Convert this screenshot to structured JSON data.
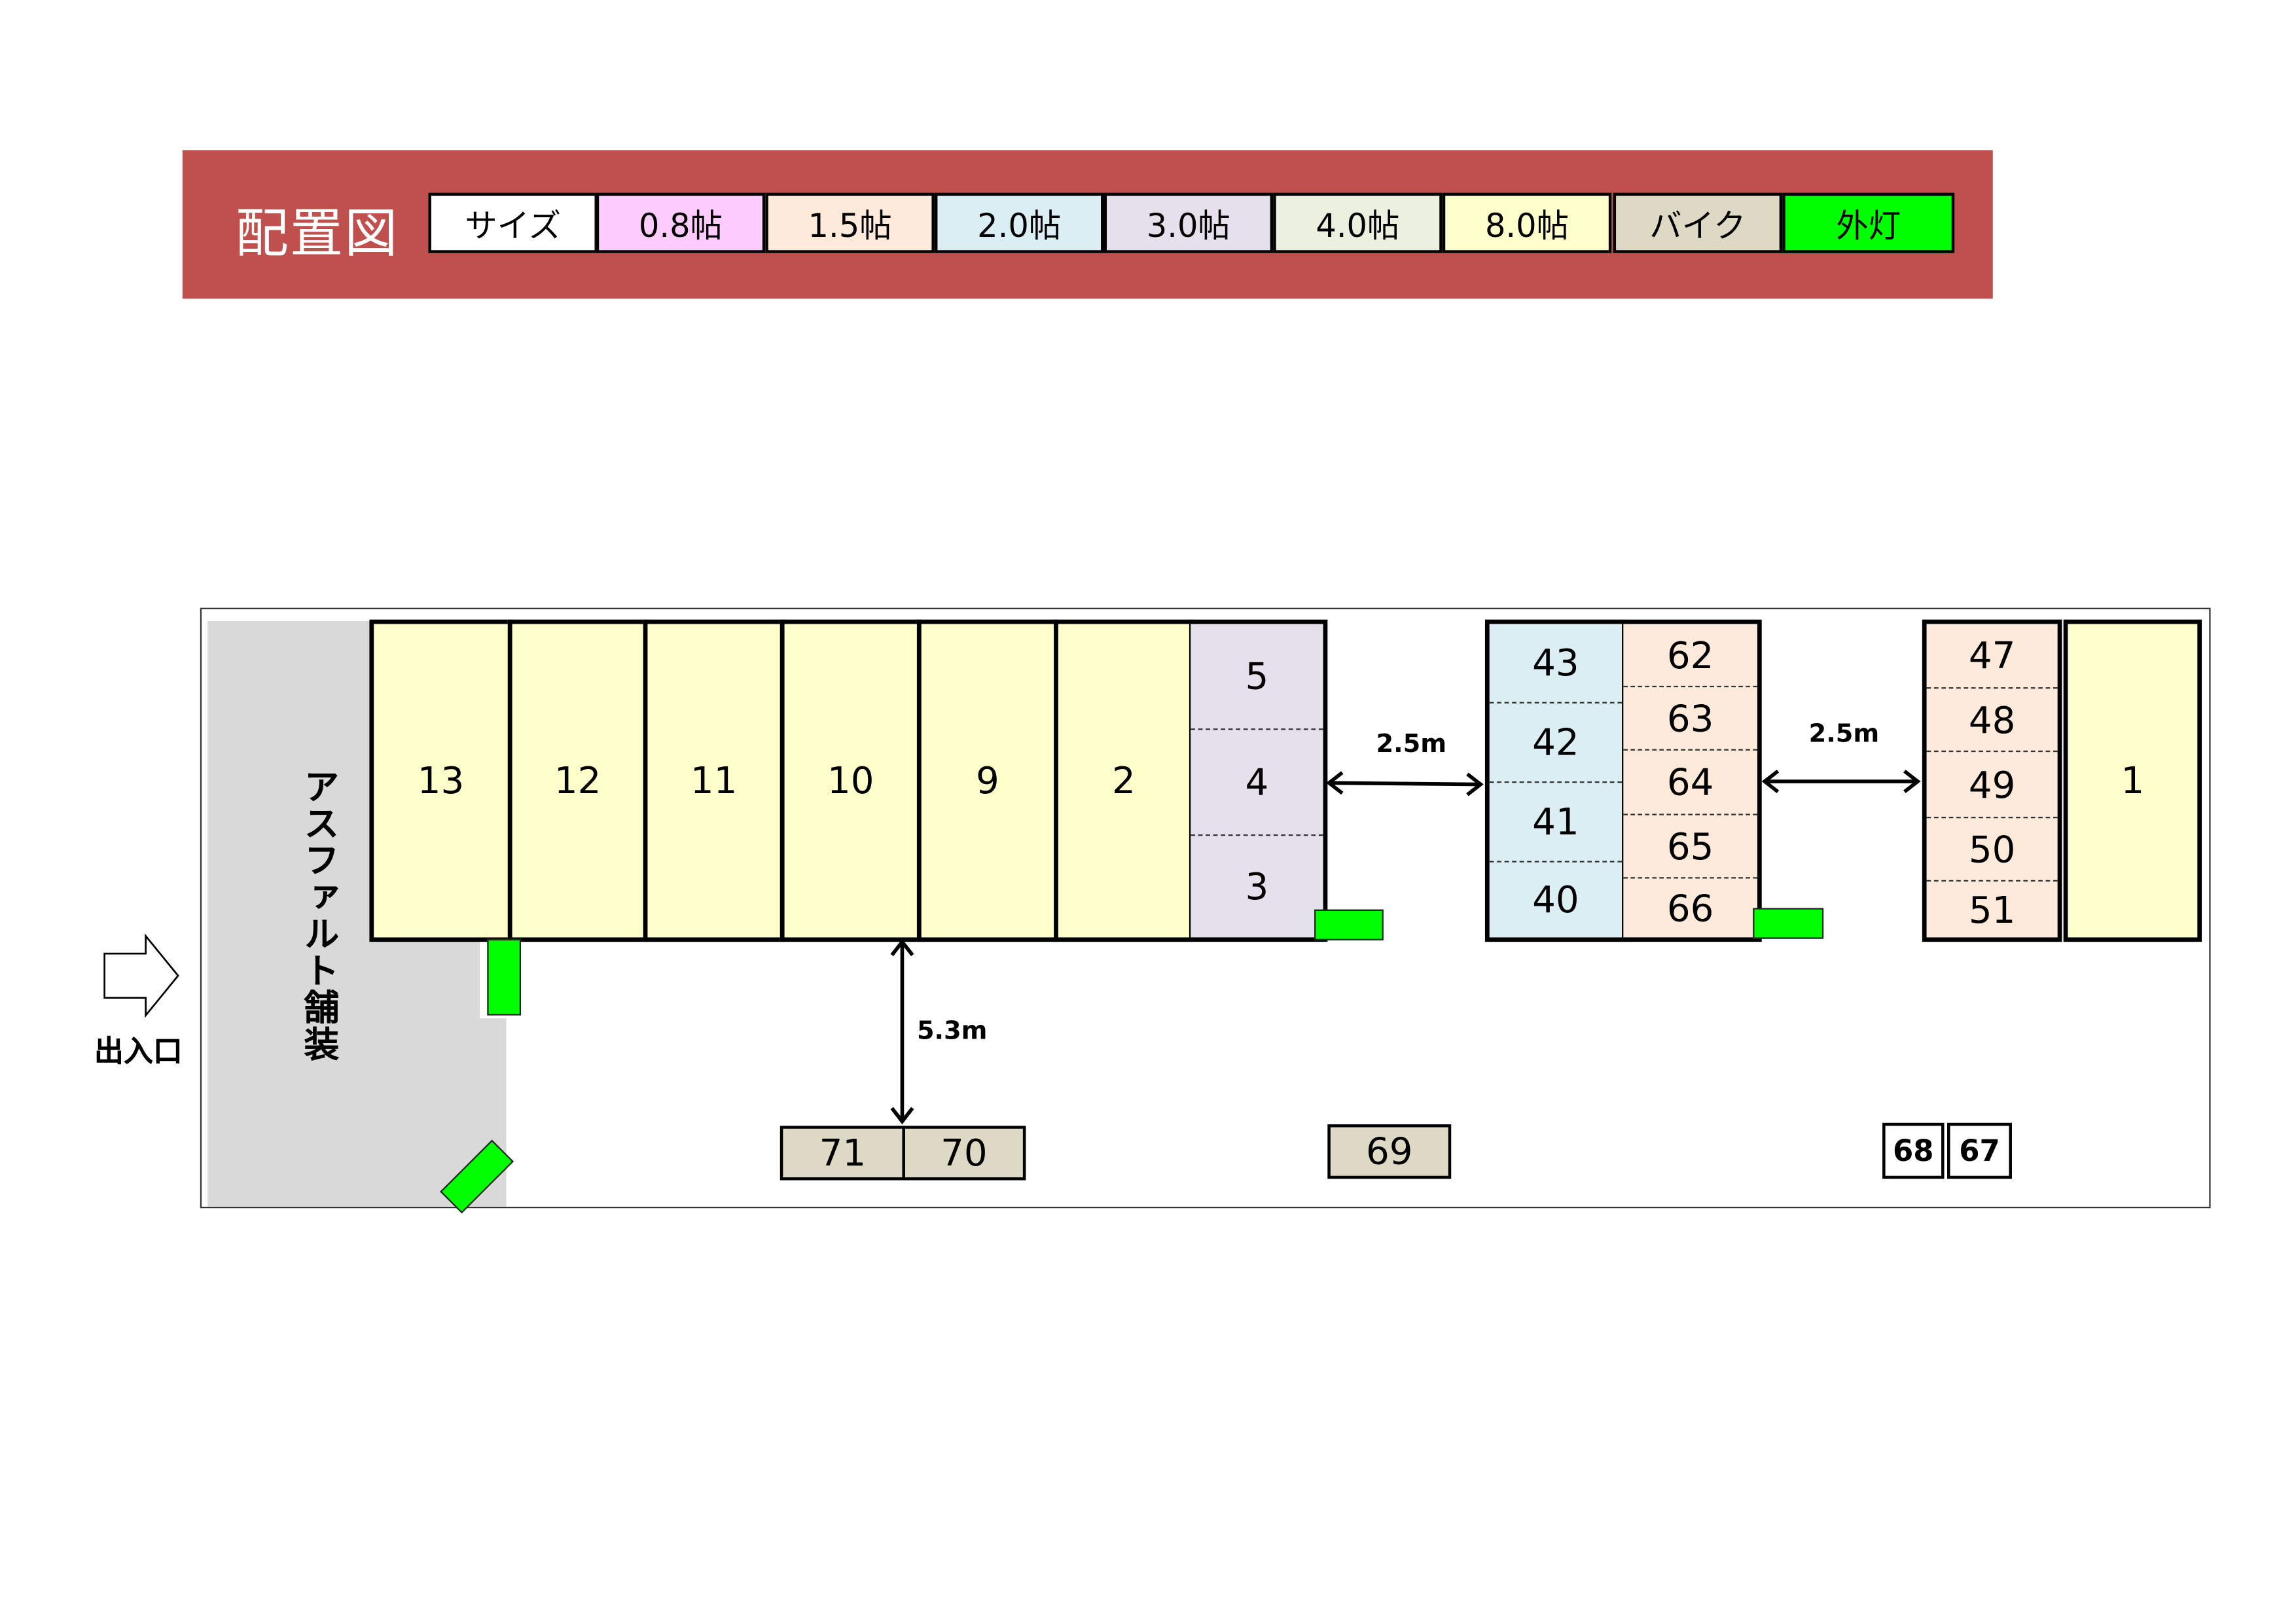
{
  "header": {
    "title": "配置図"
  },
  "legend": [
    {
      "label": "サイズ",
      "color": "#FFFFFF"
    },
    {
      "label": "0.8帖",
      "color": "#FFCCFF"
    },
    {
      "label": "1.5帖",
      "color": "#FDEADA"
    },
    {
      "label": "2.0帖",
      "color": "#DBEEF4"
    },
    {
      "label": "3.0帖",
      "color": "#E5E0EC"
    },
    {
      "label": "4.0帖",
      "color": "#EBF1DE"
    },
    {
      "label": "8.0帖",
      "color": "#FFFFCC"
    },
    {
      "label": "バイク",
      "color": "#DDD9C4"
    },
    {
      "label": "外灯",
      "color": "#00FF00"
    }
  ],
  "site": {
    "entrance": "出入口",
    "paving": "アスファルト舗装",
    "gap1": "2.5m",
    "gap2": "2.5m",
    "aisle": "5.3m"
  },
  "units": {
    "u13": "13",
    "u12": "12",
    "u11": "11",
    "u10": "10",
    "u9": "9",
    "u2": "2",
    "u5": "5",
    "u4": "4",
    "u3": "3",
    "u43": "43",
    "u42": "42",
    "u41": "41",
    "u40": "40",
    "u62": "62",
    "u63": "63",
    "u64": "64",
    "u65": "65",
    "u66": "66",
    "u47": "47",
    "u48": "48",
    "u49": "49",
    "u50": "50",
    "u51": "51",
    "u1": "1",
    "u71": "71",
    "u70": "70",
    "u69": "69",
    "u68": "68",
    "u67": "67"
  }
}
